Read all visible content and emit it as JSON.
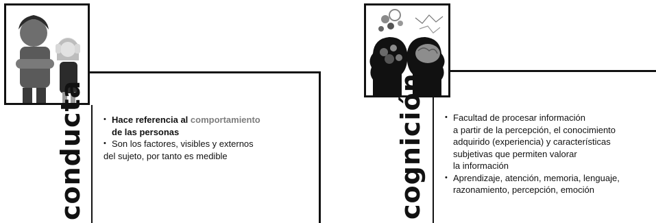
{
  "left": {
    "title": "conducta",
    "bullets": [
      {
        "line1_bold": "Hace referencia al ",
        "line1_highlight": "comportamiento",
        "line2_bold": "de las personas"
      },
      {
        "line1": "Son los factores, visibles y externos",
        "line2": "del sujeto,  por tanto es medible"
      }
    ]
  },
  "right": {
    "title": "cognición",
    "bullets": [
      {
        "lines": [
          "Facultad de procesar información",
          "a partir de la percepción, el conocimiento",
          "adquirido (experiencia) y características",
          "subjetivas que permiten valorar",
          "la información"
        ]
      },
      {
        "lines": [
          "Aprendizaje, atención, memoria, lenguaje,",
          "razonamiento, percepción, emoción"
        ]
      }
    ]
  }
}
